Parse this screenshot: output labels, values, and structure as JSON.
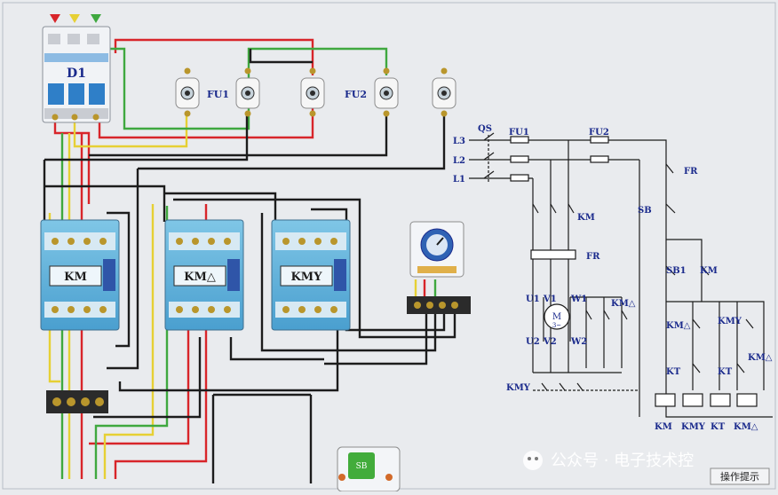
{
  "breaker": {
    "label": "D1"
  },
  "fuses": {
    "fu1_label": "FU1",
    "fu2_label": "FU2"
  },
  "contactors": [
    {
      "name": "KM"
    },
    {
      "name": "KM△"
    },
    {
      "name": "KMY"
    }
  ],
  "schematic": {
    "labels": {
      "l3": "L3",
      "l2": "L2",
      "l1": "L1",
      "qs": "QS",
      "fu1": "FU1",
      "fu2": "FU2",
      "fr_top": "FR",
      "km_main": "KM",
      "fr_mid": "FR",
      "sb": "SB",
      "sb1": "SB1",
      "km_hold": "KM",
      "u1": "U1",
      "v1": "V1",
      "w1": "W1",
      "u2": "U2",
      "v2": "V2",
      "w2": "W2",
      "motor_m": "M",
      "motor_3": "3~",
      "kmd_contact": "KM△",
      "kmd_ctrl": "KM△",
      "kmy_ctrl": "KMY",
      "kmd_right": "KM△",
      "kt1": "KT",
      "kt2": "KT",
      "kmy_main": "KMY",
      "coil_km": "KM",
      "coil_kmy": "KMY",
      "coil_kt": "KT",
      "coil_kmd": "KM△"
    }
  },
  "watermark": "公众号 · 电子技术控",
  "button_sb": {
    "label": "SB"
  },
  "hint_button": {
    "label": "操作提示"
  }
}
